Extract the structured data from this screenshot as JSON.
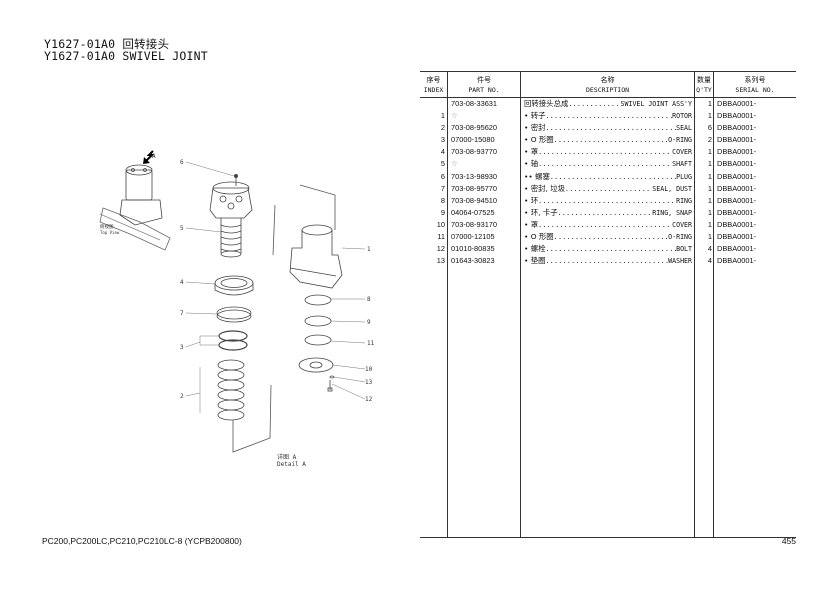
{
  "title": {
    "line1": "Y1627-01A0 回转接头",
    "line2": "Y1627-01A0 SWIVEL JOINT"
  },
  "diagram": {
    "view_arrow_label": "A",
    "top_view_label_zh": "俯视图",
    "top_view_label_en": "Top View",
    "detail_label_zh": "详图 A",
    "detail_label_en": "Detail A",
    "callouts": [
      "1",
      "2",
      "3",
      "4",
      "5",
      "6",
      "7",
      "8",
      "9",
      "10",
      "11",
      "12",
      "13"
    ]
  },
  "table": {
    "headers": {
      "index": {
        "zh": "序号",
        "en": "INDEX"
      },
      "part": {
        "zh": "件号",
        "en": "PART NO."
      },
      "desc": {
        "zh": "名称",
        "en": "DESCRIPTION"
      },
      "qty": {
        "zh": "数量",
        "en": "Q'TY"
      },
      "serial": {
        "zh": "系列号",
        "en": "SERIAL NO."
      }
    },
    "rows": [
      {
        "index": "",
        "part": "703-08-33631",
        "zh": "回转接头总成",
        "en": "SWIVEL JOINT ASS'Y",
        "qty": "1",
        "serial": "DBBA0001-"
      },
      {
        "index": "1",
        "part": "☆",
        "zh": "• 转子",
        "en": "ROTOR",
        "qty": "1",
        "serial": "DBBA0001-"
      },
      {
        "index": "2",
        "part": "703-08-95620",
        "zh": "• 密封",
        "en": "SEAL",
        "qty": "6",
        "serial": "DBBA0001-"
      },
      {
        "index": "3",
        "part": "07000-15080",
        "zh": "• O 形圈",
        "en": "O-RING",
        "qty": "2",
        "serial": "DBBA0001-"
      },
      {
        "index": "4",
        "part": "703-08-93770",
        "zh": "• 罩",
        "en": "COVER",
        "qty": "1",
        "serial": "DBBA0001-"
      },
      {
        "index": "5",
        "part": "☆",
        "zh": "• 轴",
        "en": "SHAFT",
        "qty": "1",
        "serial": "DBBA0001-"
      },
      {
        "index": "6",
        "part": "703-13-98930",
        "zh": "•• 螺塞",
        "en": "PLUG",
        "qty": "1",
        "serial": "DBBA0001-"
      },
      {
        "index": "7",
        "part": "703-08-95770",
        "zh": "• 密封, 垃圾",
        "en": "SEAL, DUST",
        "qty": "1",
        "serial": "DBBA0001-"
      },
      {
        "index": "8",
        "part": "703-08-94510",
        "zh": "• 环",
        "en": "RING",
        "qty": "1",
        "serial": "DBBA0001-"
      },
      {
        "index": "9",
        "part": "04064-07525",
        "zh": "• 环, 卡子",
        "en": "RING, SNAP",
        "qty": "1",
        "serial": "DBBA0001-"
      },
      {
        "index": "10",
        "part": "703-08-93170",
        "zh": "• 罩",
        "en": "COVER",
        "qty": "1",
        "serial": "DBBA0001-"
      },
      {
        "index": "11",
        "part": "07000-12105",
        "zh": "• O 形圈",
        "en": "O-RING",
        "qty": "1",
        "serial": "DBBA0001-"
      },
      {
        "index": "12",
        "part": "01010-80835",
        "zh": "• 螺栓",
        "en": "BOLT",
        "qty": "4",
        "serial": "DBBA0001-"
      },
      {
        "index": "13",
        "part": "01643-30823",
        "zh": "• 垫圈",
        "en": "WASHER",
        "qty": "4",
        "serial": "DBBA0001-"
      }
    ]
  },
  "footer": {
    "models": "PC200,PC200LC,PC210,PC210LC-8 (YCPB200800)",
    "page": "455"
  }
}
